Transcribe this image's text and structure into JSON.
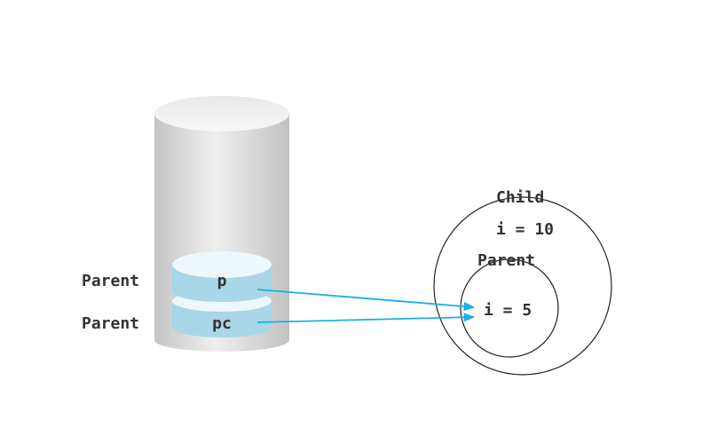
{
  "stack": {
    "rows": [
      {
        "type_label": "Parent",
        "var_label": "p"
      },
      {
        "type_label": "Parent",
        "var_label": "pc"
      }
    ]
  },
  "heap": {
    "child": {
      "label": "Child",
      "field": "i = 10"
    },
    "parent": {
      "label": "Parent",
      "field": "i = 5"
    }
  },
  "colors": {
    "arrow": "#1ab0e8",
    "disk_body": "#a9d6e8",
    "disk_top": "#eef7fc",
    "text": "#333333",
    "cylinder": "#d7d7d7",
    "circle_stroke": "#222222"
  }
}
